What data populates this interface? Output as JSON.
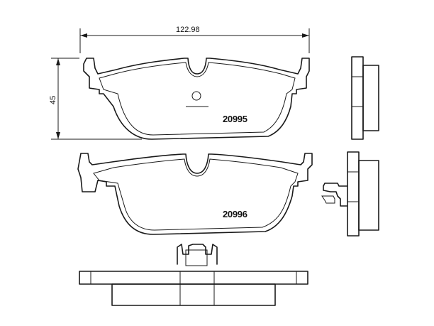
{
  "drawing": {
    "dimension_width": "122.98",
    "dimension_height": "45",
    "part_numbers": [
      "20995",
      "20996"
    ]
  }
}
